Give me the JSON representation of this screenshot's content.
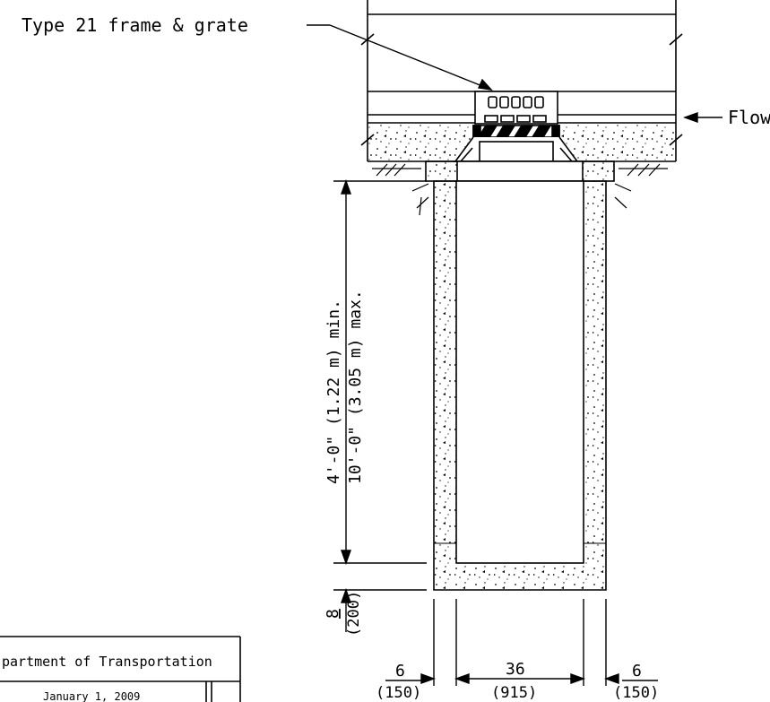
{
  "labels": {
    "type21": "Type 21 frame & grate",
    "flow": "Flow",
    "dim_height_min": "4'-0\" (1.22 m) min.",
    "dim_height_max": "10'-0\" (3.05 m) max.",
    "dim_base_in": "8",
    "dim_base_mm": "(200)",
    "dim_wall_left_in": "6",
    "dim_wall_left_mm": "(150)",
    "dim_inner_in": "36",
    "dim_inner_mm": "(915)",
    "dim_wall_right_in": "6",
    "dim_wall_right_mm": "(150)"
  },
  "title_block": {
    "agency": "partment of Transportation",
    "date": "January 1, 2009"
  },
  "colors": {
    "line": "#000000",
    "background": "#ffffff"
  }
}
